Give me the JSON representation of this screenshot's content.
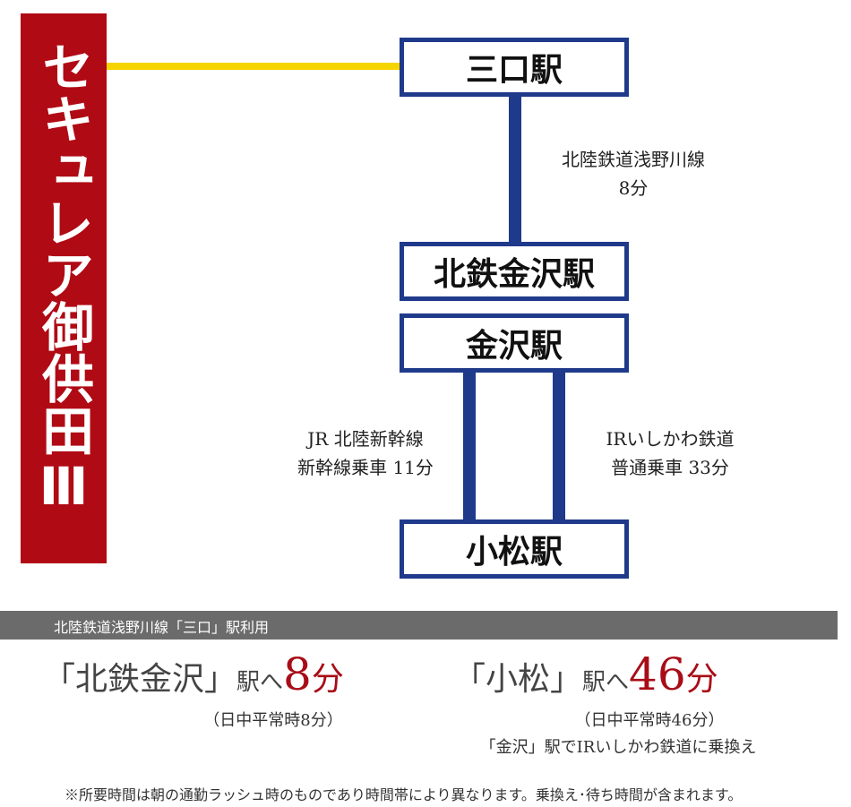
{
  "property": {
    "name": "セキュレア御供田Ⅲ"
  },
  "stations": {
    "mikuchi": "三口駅",
    "hokutetsu_kanazawa": "北鉄金沢駅",
    "kanazawa": "金沢駅",
    "komatsu": "小松駅"
  },
  "routes": {
    "asanogawa": {
      "line1": "北陸鉄道浅野川線",
      "line2": "8分"
    },
    "shinkansen": {
      "line1": "JR 北陸新幹線",
      "line2": "新幹線乗車 11分"
    },
    "ir": {
      "line1": "IRいしかわ鉄道",
      "line2": "普通乗車 33分"
    }
  },
  "info_bar": "北陸鉄道浅野川線「三口」駅利用",
  "access": {
    "hokutetsu": {
      "dest": "「北鉄金沢」",
      "to": "駅へ",
      "time": "8",
      "unit": "分",
      "sub": "（日中平常時8分）"
    },
    "komatsu": {
      "dest": "「小松」",
      "to": "駅へ",
      "time": "46",
      "unit": "分",
      "sub": "（日中平常時46分）",
      "transfer": "「金沢」駅でIRいしかわ鉄道に乗換え"
    }
  },
  "footnote": "※所要時間は朝の通勤ラッシュ時のものであり時間帯により異なります。乗換え･待ち時間が含まれます。",
  "colors": {
    "banner": "#b00a14",
    "route_line": "#1f3a8a",
    "yellow_line": "#f5d400",
    "accent_time": "#a80d17"
  }
}
